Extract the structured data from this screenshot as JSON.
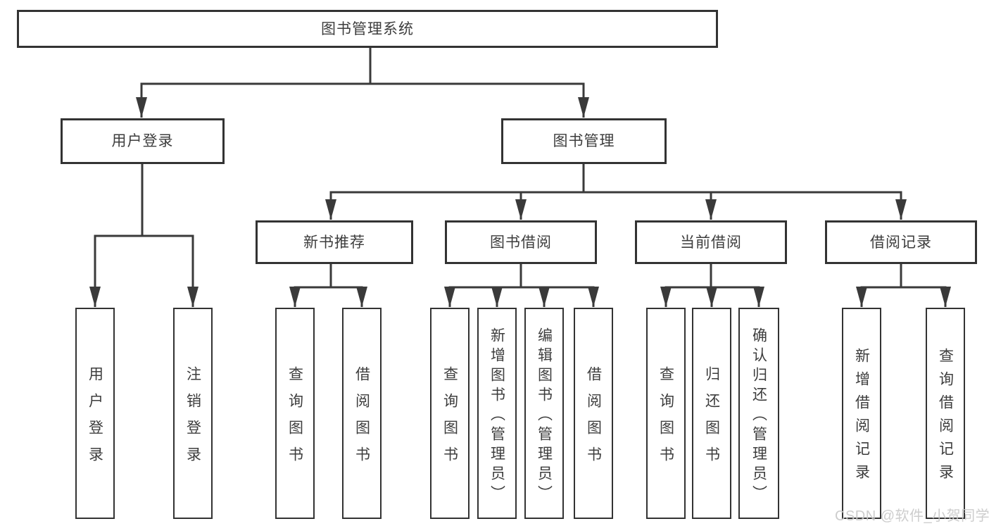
{
  "diagram_type": "function-structure-tree",
  "colors": {
    "background": "#ffffff",
    "line": "#3a3a3a",
    "box_border": "#333333",
    "text": "#3d3d3d",
    "watermark": "#c9c9c9"
  },
  "watermark": {
    "text": "CSDN @软件_小贺同学"
  },
  "tree": {
    "label": "图书管理系统",
    "children": [
      {
        "label": "用户登录",
        "children": [
          {
            "label": "用户登录"
          },
          {
            "label": "注销登录"
          }
        ]
      },
      {
        "label": "图书管理",
        "children": [
          {
            "label": "新书推荐",
            "children": [
              {
                "label": "查询图书"
              },
              {
                "label": "借阅图书"
              }
            ]
          },
          {
            "label": "图书借阅",
            "children": [
              {
                "label": "查询图书"
              },
              {
                "label": "新增图书（管理员）"
              },
              {
                "label": "编辑图书（管理员）"
              },
              {
                "label": "借阅图书"
              }
            ]
          },
          {
            "label": "当前借阅",
            "children": [
              {
                "label": "查询图书"
              },
              {
                "label": "归还图书"
              },
              {
                "label": "确认归还（管理员）"
              }
            ]
          },
          {
            "label": "借阅记录",
            "children": [
              {
                "label": "新增借阅记录"
              },
              {
                "label": "查询借阅记录"
              }
            ]
          }
        ]
      }
    ]
  }
}
